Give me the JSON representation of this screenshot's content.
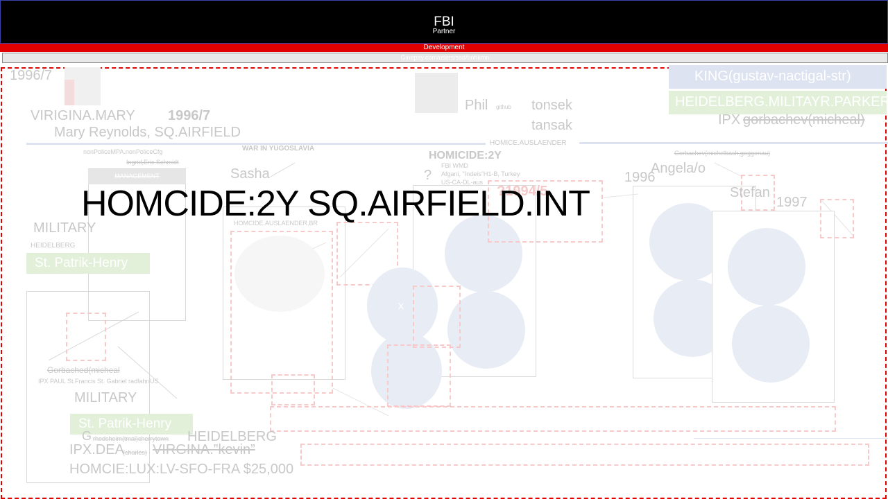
{
  "header": {
    "brand": "FBI",
    "sub": "Partner"
  },
  "dev_bar": {
    "label": "Development"
  },
  "url_bar": {
    "text": "Ginepay.com/users/ssd/bnhkmn"
  },
  "slide": {
    "main_title": "HOMCIDE:2Y SQ.AIRFIELD.INT",
    "left": {
      "year_top": "1996/7",
      "name1": "VIRIGINA.MARY",
      "year1": "1996/7",
      "name2": "Mary Reynolds, SQ.AIRFIELD",
      "small1": "nonPoliceMPA.nonPoliceCfg",
      "small2": "Ingrid,Eric Schmidt",
      "mgmt": "MANAGEMENT",
      "military1": "MILITARY",
      "heidelberg_small": "HEIDELBERG",
      "patrik1": "St. Patrik-Henry",
      "gorbached": "Gorbached(micheal",
      "ipx_paul": "IPX PAUL St.Francis St. Gabriel radfahr/US",
      "military2": "MILITARY",
      "patrik2": "St. Patrik-Henry",
      "g_prefix": "G",
      "g_small": "rhodsheim(tmal)cherrytown",
      "heidelberg": "HEIDELBERG",
      "ipx_dea": "IPX.DEA",
      "dea_small": "(charles)",
      "virginia_kevin": "VIRGINA.”kevin”",
      "homcie": "HOMCIE:LUX:LV-SFO-FRA $25,000"
    },
    "center": {
      "war": "WAR IN YUGOSLAVIA",
      "sasha": "Sasha",
      "homicide_ausl_small": "HOMCIDE.AUSLAENDER.BR",
      "phil": "Phil",
      "phil_small": "github",
      "tonsek": "tonsek",
      "tansak": "tansak",
      "homice_ausl": "HOMICE.AUSLAENDER",
      "homicide_2y": "HOMICIDE:2Y",
      "question": "?",
      "fbi_wmd": "FBI WMD",
      "afgani": "Afgani, \"Indeis\"H1-B, Turkey",
      "us_ca": "US-CA-DL-aus",
      "year_1994": "?1994/5",
      "x_mark": "x"
    },
    "right": {
      "king": "KING(gustav-nactigal-str)",
      "heidelberg_military": "HEIDELBERG.MILITAYR.PARKER",
      "ipx_prefix": "IPX",
      "ipx_gorbachev": "gorbachev(micheal)",
      "gorbachev_small": "Gorbachev(michelbach,goggenau)",
      "year_1996": "1996",
      "angela": "Angela/o",
      "stefan": "Stefan",
      "year_1997": "1997"
    }
  }
}
